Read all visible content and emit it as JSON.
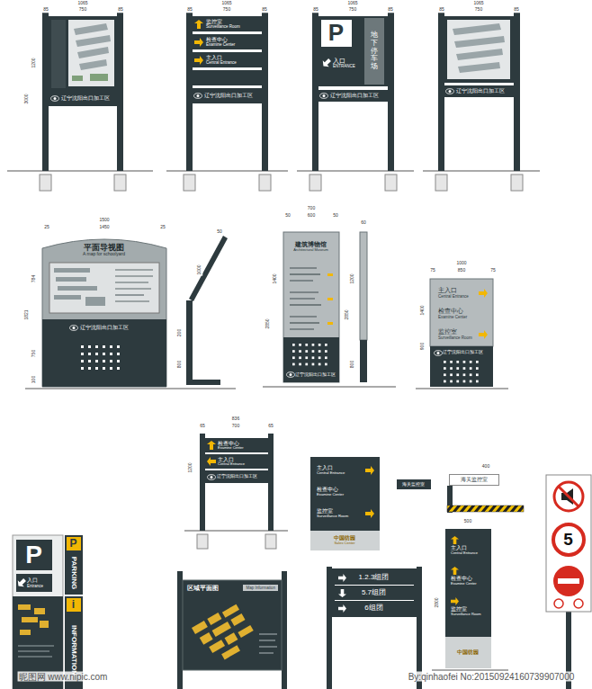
{
  "diagram": {
    "nodes": [
      {
        "text": [
          "辽宁沈阳出口加工区"
        ]
      },
      {
        "text": [
          "监控室",
          "Surveillance Room"
        ]
      },
      {
        "text": [
          "检查中心",
          "Examine Center"
        ]
      },
      {
        "text": [
          "主入口",
          "Central Entrance"
        ]
      },
      {
        "text": [
          "辽宁沈阳出口加工区"
        ]
      },
      {
        "text": [
          "地下停车场"
        ]
      },
      {
        "text": [
          "P"
        ]
      },
      {
        "text": [
          "入口",
          "ENTRANCE"
        ]
      },
      {
        "text": [
          "辽宁沈阳出口加工区"
        ]
      },
      {
        "text": [
          "辽宁沈阳出口加工区"
        ]
      },
      {
        "text": [
          "平面导视图",
          "A map for schoolyard"
        ]
      },
      {
        "text": [
          "辽宁沈阳出口加工区"
        ]
      },
      {
        "text": [
          "建筑博物馆",
          "Architectural Museum"
        ]
      },
      {
        "text": [
          "辽宁沈阳出口加工区"
        ]
      },
      {
        "text": [
          "主入口",
          "Central Entrance"
        ]
      },
      {
        "text": [
          "检查中心",
          "Examine Center"
        ]
      },
      {
        "text": [
          "监控室",
          "Surveillance Room"
        ]
      },
      {
        "text": [
          "辽宁沈阳出口加工区"
        ]
      },
      {
        "text": [
          "检查中心",
          "Examine Center"
        ]
      },
      {
        "text": [
          "主入口",
          "Central Entrance"
        ]
      },
      {
        "text": [
          "辽宁沈阳出口加工区"
        ]
      },
      {
        "text": [
          "主入口",
          "Central Entrance"
        ]
      },
      {
        "text": [
          "检查中心",
          "Examine Center"
        ]
      },
      {
        "text": [
          "监控室",
          "Surveillance Room"
        ]
      },
      {
        "text": [
          "中国纺园",
          "Sales Center"
        ]
      },
      {
        "text": [
          "海关监控室"
        ]
      },
      {
        "text": [
          "海关监控室"
        ]
      },
      {
        "text": [
          "主入口",
          "Central Entrance"
        ]
      },
      {
        "text": [
          "检查中心",
          "Examine Center"
        ]
      },
      {
        "text": [
          "监控室",
          "Surveillance Room"
        ]
      },
      {
        "text": [
          "中国纺园"
        ]
      },
      {
        "text": [
          "5"
        ]
      },
      {
        "text": [
          "P"
        ]
      },
      {
        "text": [
          "入口",
          "Entrance"
        ]
      },
      {
        "text": [
          "P"
        ]
      },
      {
        "text": [
          "PARKING"
        ]
      },
      {
        "text": [
          "i"
        ]
      },
      {
        "text": [
          "INFORMATION"
        ]
      },
      {
        "text": [
          "区域平面图",
          "Map Information"
        ]
      },
      {
        "text": [
          "1.2.3组团"
        ]
      },
      {
        "text": [
          "5.7组团"
        ]
      },
      {
        "text": [
          "6组团"
        ]
      }
    ],
    "labels": [
      "1065",
      "85",
      "750",
      "85",
      "1065",
      "85",
      "750",
      "85",
      "1065",
      "85",
      "750",
      "85",
      "1065",
      "85",
      "750",
      "85",
      "1200",
      "3000",
      "1500",
      "1450",
      "25",
      "25",
      "784",
      "1821",
      "750",
      "100",
      "1000",
      "50",
      "200",
      "800",
      "700",
      "600",
      "50",
      "50",
      "1400",
      "2850",
      "60",
      "1200",
      "2850",
      "800",
      "1000",
      "850",
      "75",
      "75",
      "1400",
      "900",
      "836",
      "65",
      "700",
      "65",
      "1200",
      "400",
      "500",
      "2800",
      "昵图网 www.nipic.com",
      "By:qinhaofei No:20150924160739907000"
    ]
  }
}
